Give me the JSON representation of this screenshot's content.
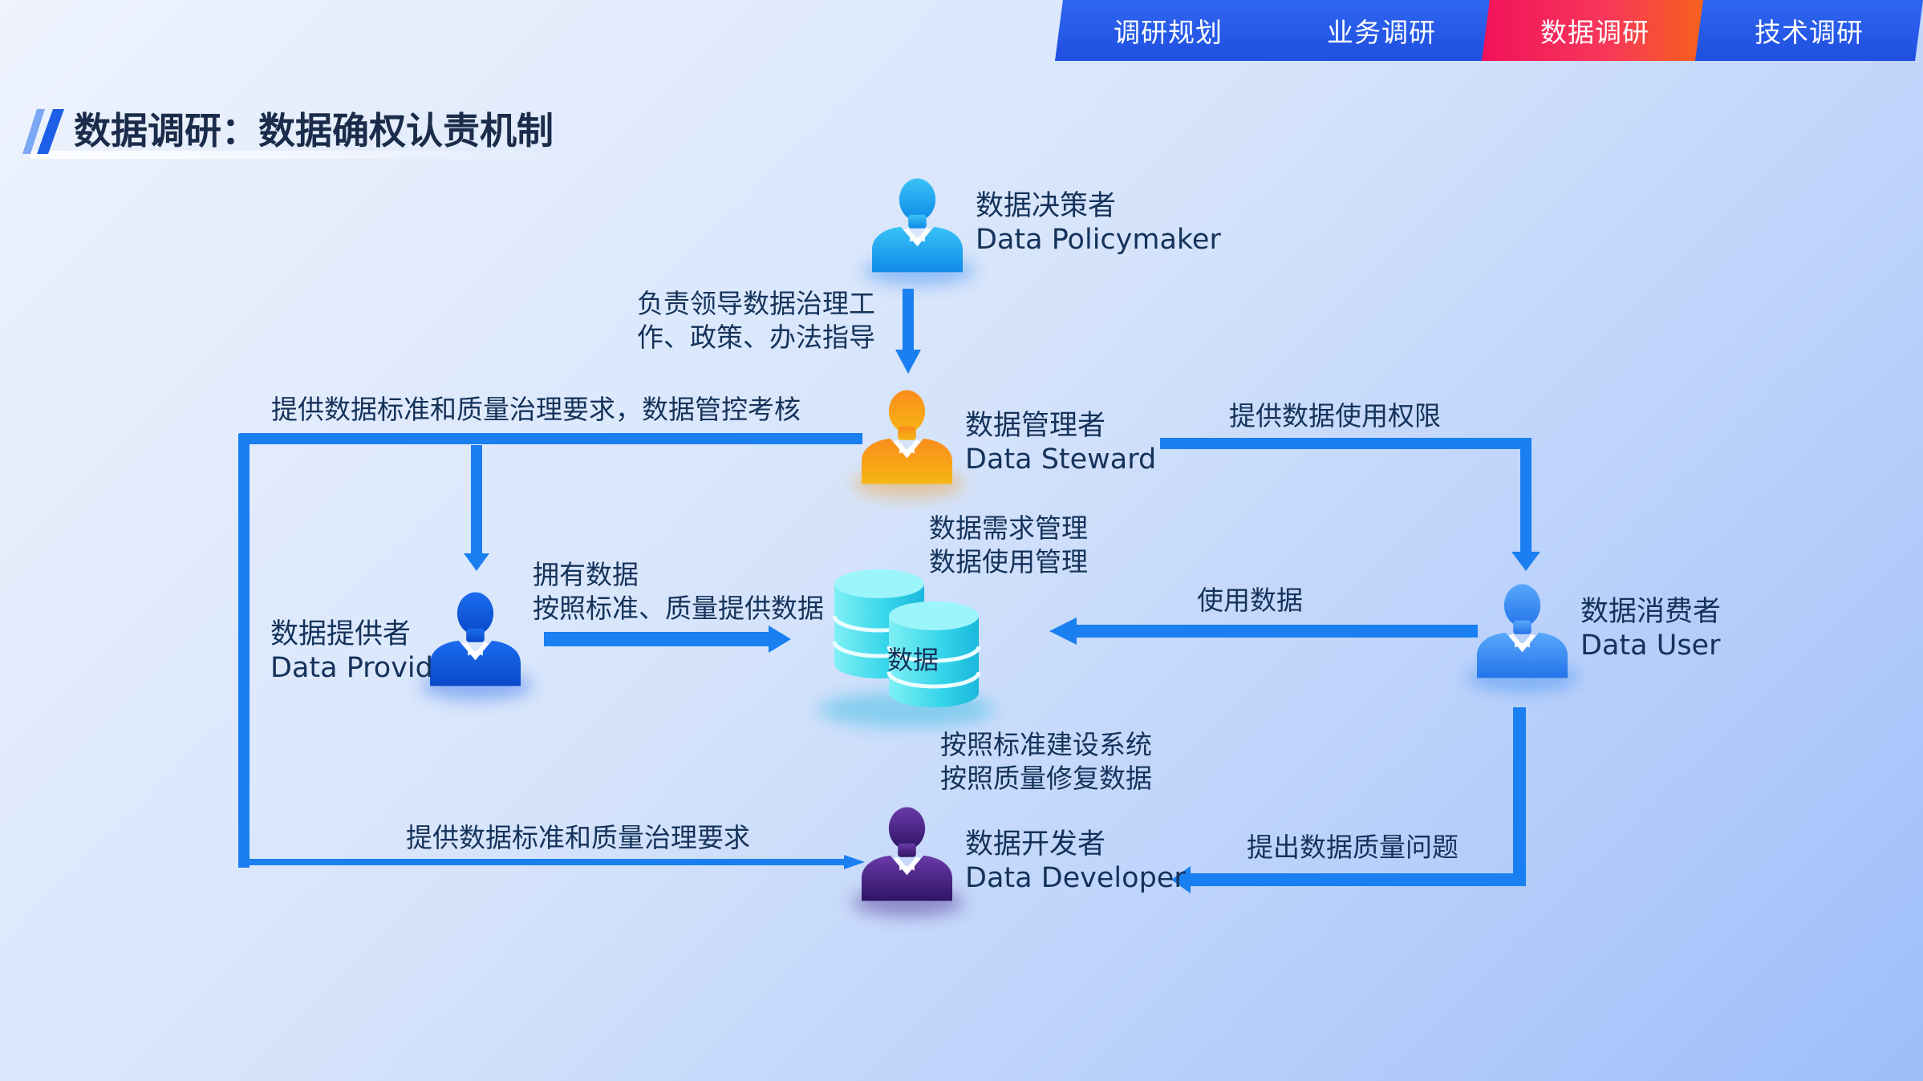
{
  "nav": {
    "tabs": [
      {
        "label": "调研规划",
        "active": false
      },
      {
        "label": "业务调研",
        "active": false
      },
      {
        "label": "数据调研",
        "active": true
      },
      {
        "label": "技术调研",
        "active": false
      }
    ]
  },
  "page": {
    "title": "数据调研：数据确权认责机制"
  },
  "roles": {
    "policymaker": {
      "cn": "数据决策者",
      "en": "Data Policymaker"
    },
    "steward": {
      "cn": "数据管理者",
      "en": "Data Steward"
    },
    "provider": {
      "cn": "数据提供者",
      "en": "Data Provid"
    },
    "user": {
      "cn": "数据消费者",
      "en": "Data User"
    },
    "developer": {
      "cn": "数据开发者",
      "en": "Data Developer"
    }
  },
  "database": {
    "label": "数据"
  },
  "flows": {
    "policymaker_to_steward": {
      "line1": "负责领导数据治理工",
      "line2": "作、政策、办法指导"
    },
    "steward_to_provider": "提供数据标准和质量治理要求，数据管控考核",
    "steward_to_user": "提供数据使用权限",
    "provider_to_data": {
      "line1": "拥有数据",
      "line2": "按照标准、质量提供数据"
    },
    "steward_data": {
      "line1": "数据需求管理",
      "line2": "数据使用管理"
    },
    "user_to_data": "使用数据",
    "developer_data": {
      "line1": "按照标准建设系统",
      "line2": "按照质量修复数据"
    },
    "steward_to_developer": "提供数据标准和质量治理要求",
    "user_to_developer": "提出数据质量问题"
  },
  "colors": {
    "accent": "#1a7ff0",
    "tab_blue": "#2355e6",
    "tab_active": "#f2185a",
    "policymaker": "#1da7f2",
    "steward": "#f7a416",
    "provider": "#1463e6",
    "user": "#3f8ef5",
    "developer": "#4c2489",
    "database": "#2fd2e6"
  },
  "icons": {
    "person": "person-bowtie-icon",
    "database": "database-cylinders-icon"
  }
}
